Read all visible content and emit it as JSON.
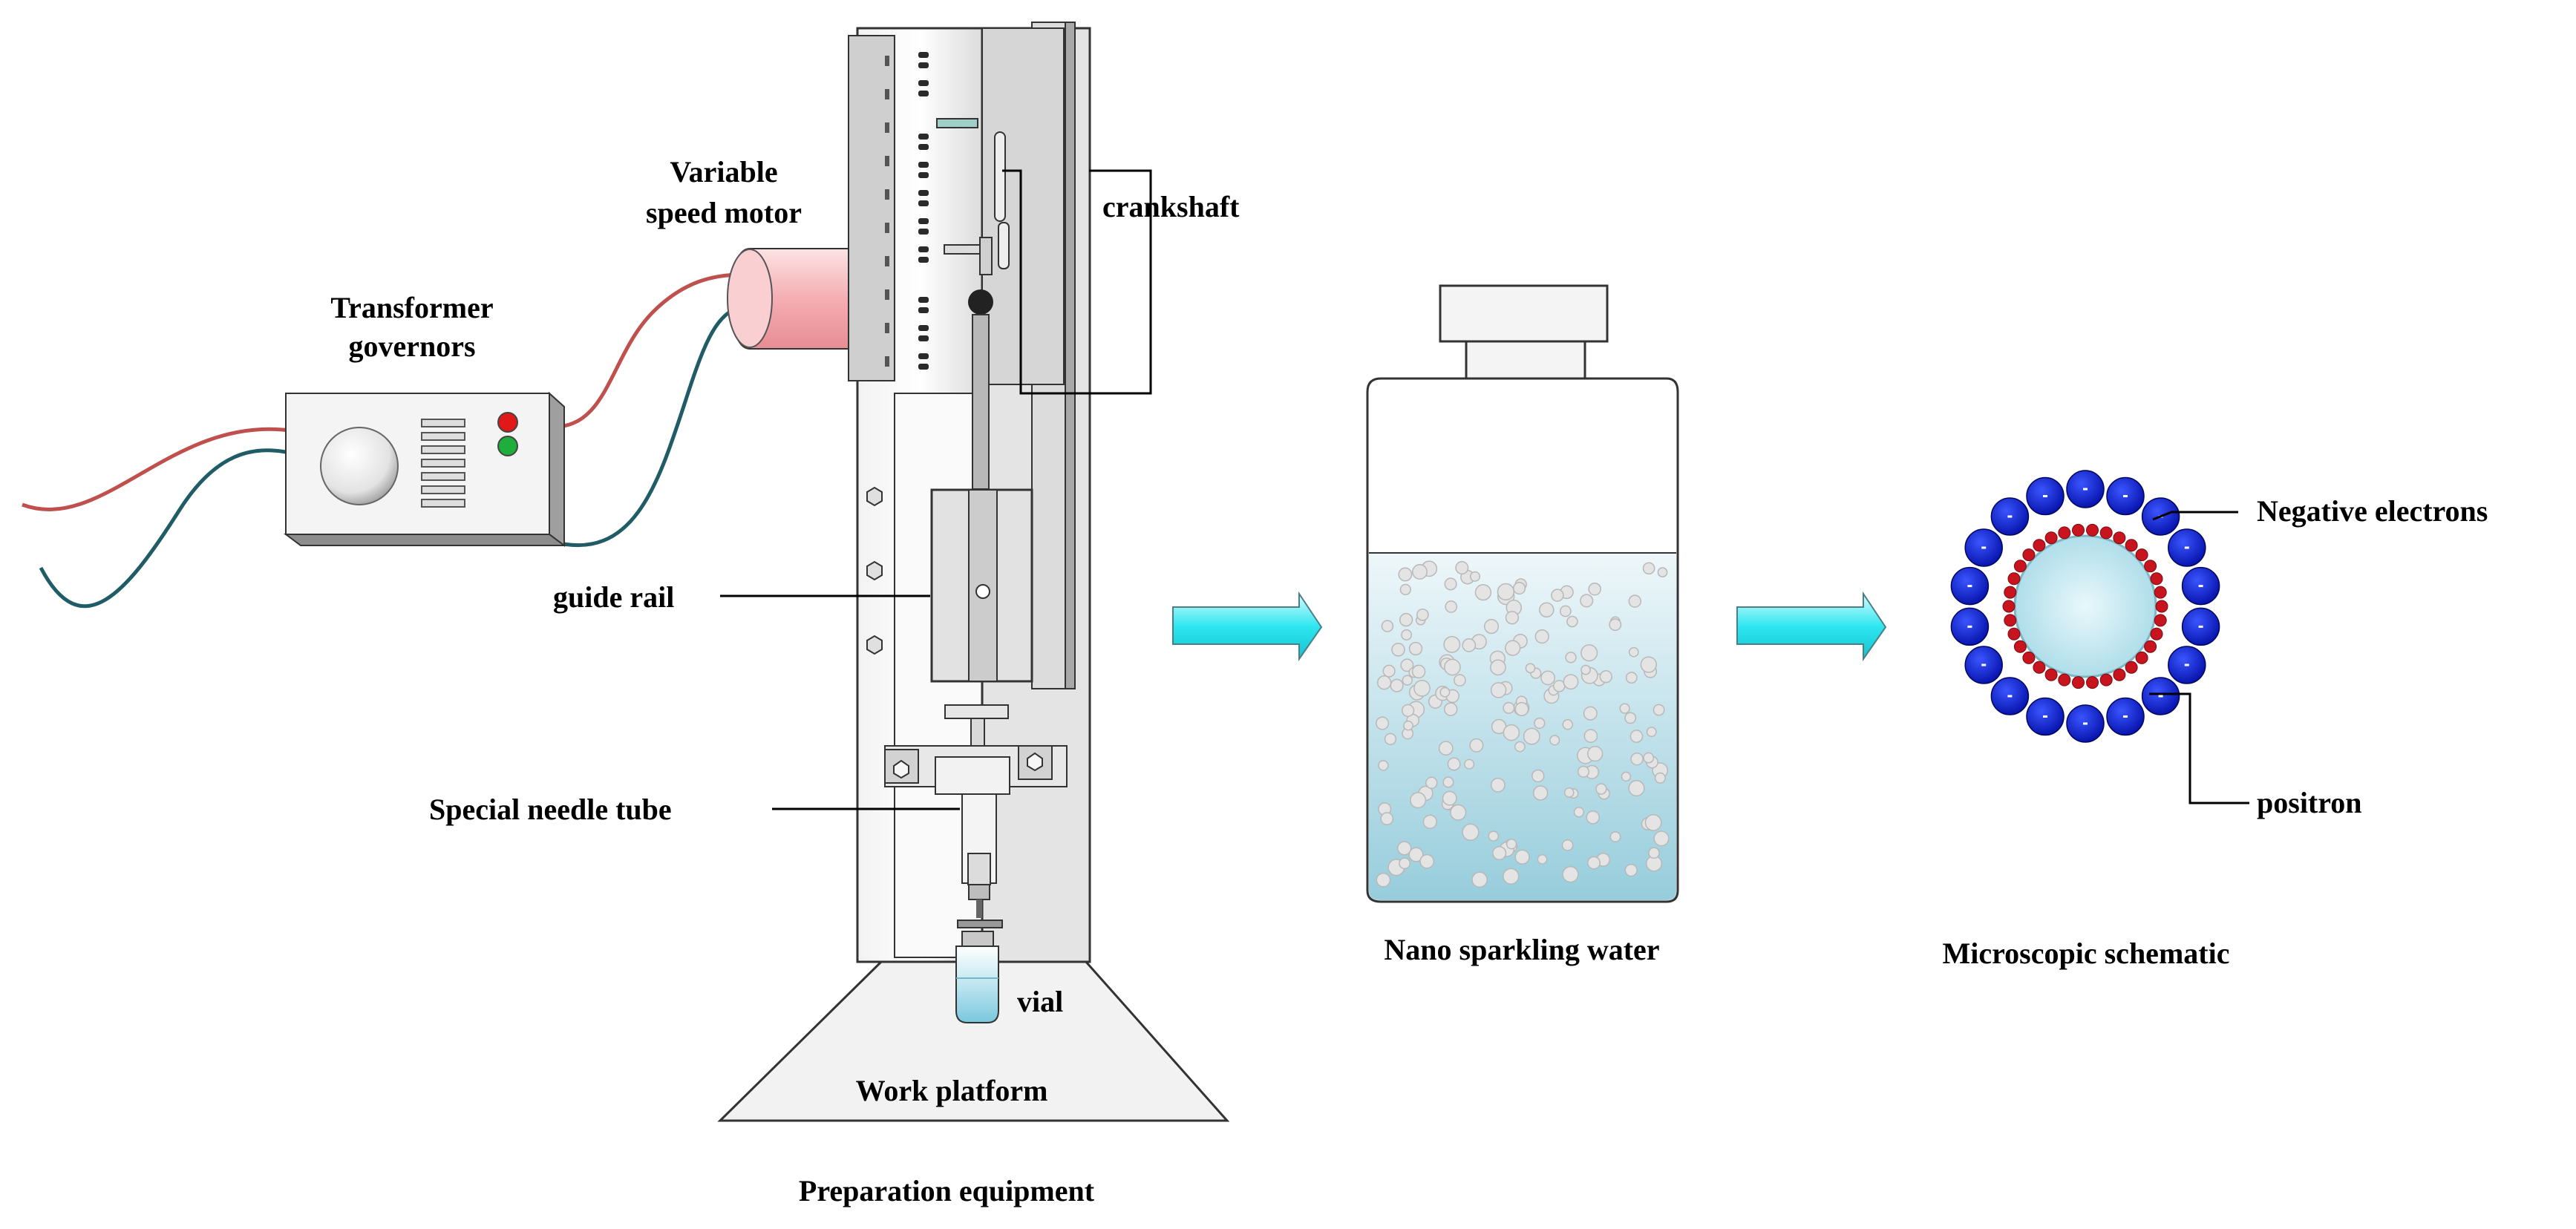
{
  "labels": {
    "transformer": [
      "Transformer",
      "governors"
    ],
    "motor": [
      "Variable",
      "speed motor"
    ],
    "crankshaft": "crankshaft",
    "guide_rail": "guide rail",
    "needle_tube": "Special needle tube",
    "vial": "vial",
    "work_platform": "Work platform",
    "negative_electrons": "Negative electrons",
    "positron": "positron"
  },
  "captions": {
    "equipment": "Preparation equipment",
    "water": "Nano sparkling water",
    "micro": "Microscopic schematic"
  },
  "colors": {
    "red_wire": "#c0504d",
    "teal_wire": "#1f5c66",
    "motor_pink": "#f4b8bb",
    "arrow_cyan": "#2ee6f0",
    "water_top": "#e6f3f7",
    "water_bottom": "#9fd2e0",
    "electron_blue": "#0a1fd6",
    "positron_red": "#c8141e",
    "core_fill": "#c9eaf2"
  },
  "icons": {
    "process_arrow": "right-arrow-icon",
    "electron": "circle-icon",
    "bubble": "circle-icon"
  }
}
